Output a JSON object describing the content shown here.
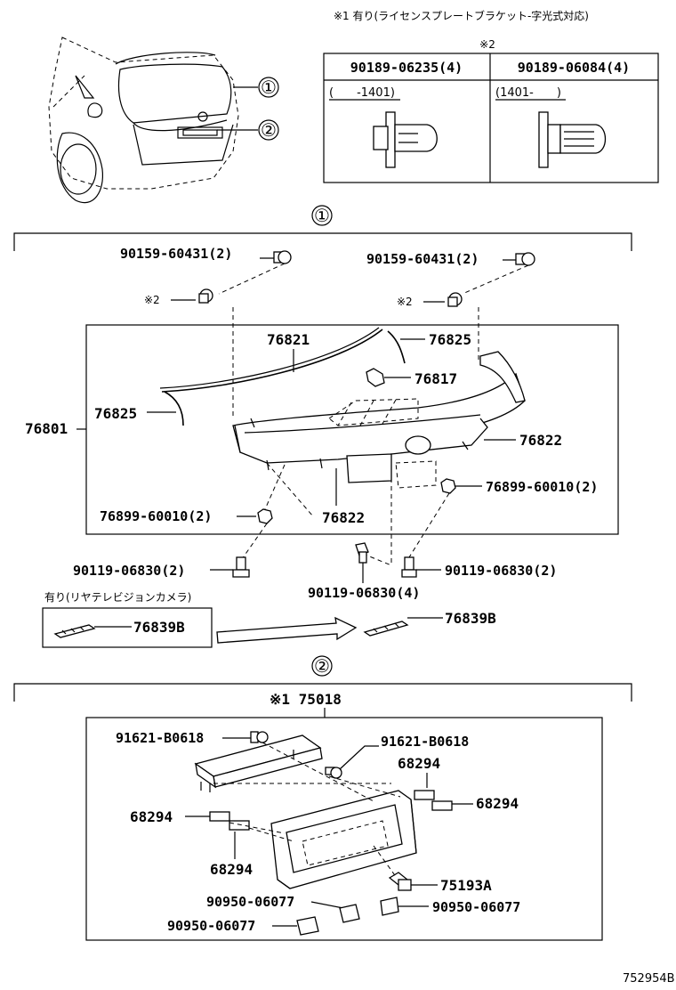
{
  "top_note": "※1 有り(ライセンスプレートブラケット-字光式対応)",
  "clip_table": {
    "mark": "※2",
    "col1_header": "90189-06235(4)",
    "col2_header": "90189-06084(4)",
    "col1_range": "(　　-1401)",
    "col2_range": "(1401-　　)"
  },
  "callouts": {
    "c1": "①",
    "c2": "②"
  },
  "section1": {
    "marker": "①",
    "parts": {
      "p90159_left": "90159-60431(2)",
      "p90159_right": "90159-60431(2)",
      "mark2_left": "※2",
      "mark2_right": "※2",
      "p76821": "76821",
      "p76825_top": "76825",
      "p76817": "76817",
      "p76825_left": "76825",
      "p76801": "76801",
      "p76822_right": "76822",
      "p76899_right": "76899-60010(2)",
      "p76899_left": "76899-60010(2)",
      "p76822_bottom": "76822",
      "p90119_left": "90119-06830(2)",
      "p90119_right": "90119-06830(2)",
      "p90119_mid": "90119-06830(4)",
      "camera_note": "有り(リヤテレビジョンカメラ)",
      "p76839b_box": "76839B",
      "p76839b_right": "76839B"
    }
  },
  "section2": {
    "marker": "②",
    "parts": {
      "p75018": "※1 75018",
      "p91621_left": "91621-B0618",
      "p91621_right": "91621-B0618",
      "p68294_a": "68294",
      "p68294_b": "68294",
      "p68294_c": "68294",
      "p68294_d": "68294",
      "p75193a": "75193A",
      "p90950_a": "90950-06077",
      "p90950_b": "90950-06077",
      "p90950_c": "90950-06077"
    }
  },
  "figure_id": "752954B"
}
